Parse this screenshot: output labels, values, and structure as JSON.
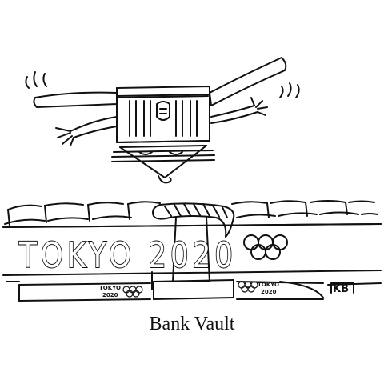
{
  "banner": {
    "text": "TOKYO 2020"
  },
  "sign_left": {
    "line1": "TOKYO",
    "line2": "2020"
  },
  "sign_right": {
    "line1": "TOKYO",
    "line2": "2020"
  },
  "signature": "KB",
  "caption": "Bank Vault"
}
